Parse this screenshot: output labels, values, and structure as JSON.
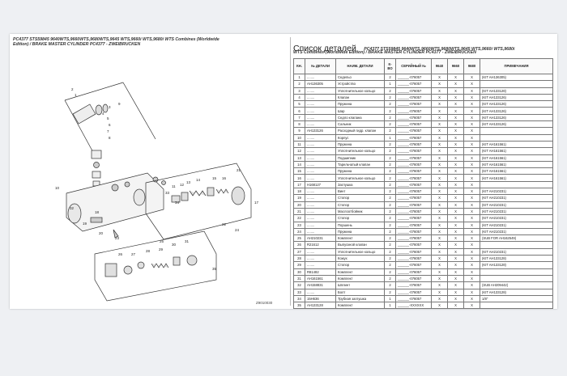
{
  "left": {
    "caption_line1": "PC4377 STS59845 9640WTS,9660WTS,9680WTS,9645 WTS,9660i WTS,9680i WTS Combines (Worldwide",
    "caption_line2": "Edition) / BRAKE MASTER CYLINDER PC4377 - ZWEIBRUCKEN",
    "diagram_id": "Z9010030",
    "callouts": [
      "1",
      "2",
      "3",
      "4",
      "5",
      "6",
      "7",
      "8",
      "9",
      "10",
      "11",
      "12",
      "13",
      "14",
      "15",
      "16",
      "17",
      "18",
      "19",
      "20",
      "21",
      "22",
      "23",
      "24",
      "25",
      "26",
      "27",
      "28",
      "29",
      "30",
      "31",
      "32",
      "33",
      "34",
      "35"
    ]
  },
  "right": {
    "title": "Список деталей",
    "subtitle_line1": "PC4377 STS59845 9640WTS,9660WTS,9680WTS,9645 WTS,9660i WTS,9680i",
    "subtitle_line2": "WTS Combines (Worldwide Edition) / BRAKE MASTER CYLINDER PC4377 - ZWEIBRUCKEN",
    "columns": [
      "КН.",
      "№ ДЕТАЛИ",
      "НАИМ. ДЕТАЛИ",
      "К-ВО",
      "СЕРИЙНЫЙ №",
      "9640",
      "9660",
      "9680",
      "ПРИМЕЧАНИЯ"
    ],
    "rows": [
      [
        "1",
        "........",
        "Седельо",
        "2",
        "______-076057",
        "X",
        "X",
        "X",
        "(KIT AH136305)"
      ],
      [
        "2",
        "AH136305",
        "Устройство",
        "1",
        "______-076057",
        "X",
        "X",
        "X",
        ""
      ],
      [
        "3",
        "........",
        "Уплотнительное кольцо",
        "2",
        "______-076057",
        "X",
        "X",
        "X",
        "(KIT AH133128)"
      ],
      [
        "4",
        "........",
        "Клапан",
        "2",
        "______-076057",
        "X",
        "X",
        "X",
        "(KIT AH133126)"
      ],
      [
        "5",
        "........",
        "Пружина",
        "2",
        "______-076057",
        "X",
        "X",
        "X",
        "(KIT AH133126)"
      ],
      [
        "6",
        "........",
        "Шар",
        "2",
        "______-076057",
        "X",
        "X",
        "X",
        "(KIT AH133126)"
      ],
      [
        "7",
        "........",
        "Седло клапана",
        "2",
        "______-076057",
        "X",
        "X",
        "X",
        "(KIT AH133126)"
      ],
      [
        "8",
        "........",
        "Сальник",
        "2",
        "______-076057",
        "X",
        "X",
        "X",
        "(KIT AH133126)"
      ],
      [
        "9",
        "AH133126",
        "Расходный гидр. клапан",
        "2",
        "______-076057",
        "X",
        "X",
        "X",
        ""
      ],
      [
        "10",
        "........",
        "Корпус",
        "1",
        "______-076057",
        "X",
        "X",
        "X",
        ""
      ],
      [
        "11",
        "........",
        "Пружина",
        "2",
        "______-076057",
        "X",
        "X",
        "X",
        "(KIT AH161561)"
      ],
      [
        "12",
        "........",
        "Уплотнительное кольцо",
        "2",
        "______-076057",
        "X",
        "X",
        "X",
        "(KIT AH161561)"
      ],
      [
        "13",
        "........",
        "Подшипник",
        "2",
        "______-076057",
        "X",
        "X",
        "X",
        "(KIT AH161561)"
      ],
      [
        "14",
        "........",
        "Тарельчатый клапан",
        "2",
        "______-076057",
        "X",
        "X",
        "X",
        "(KIT AH161561)"
      ],
      [
        "15",
        "........",
        "Пружина",
        "2",
        "______-076057",
        "X",
        "X",
        "X",
        "(KIT AH161561)"
      ],
      [
        "16",
        "........",
        "Уплотнительное кольцо",
        "2",
        "______-076057",
        "X",
        "X",
        "X",
        "(KIT AH161561)"
      ],
      [
        "17",
        "H168127",
        "Заглушка",
        "2",
        "______-076057",
        "X",
        "X",
        "X",
        ""
      ],
      [
        "18",
        "........",
        "Винт",
        "2",
        "______-076057",
        "X",
        "X",
        "X",
        "(KIT AH210231)"
      ],
      [
        "19",
        "........",
        "Стопор",
        "2",
        "______-076057",
        "X",
        "X",
        "X",
        "(KIT AH210231)"
      ],
      [
        "20",
        "........",
        "Стопор",
        "2",
        "______-076057",
        "X",
        "X",
        "X",
        "(KIT AH210231)"
      ],
      [
        "21",
        "........",
        "Маслоотбойник",
        "2",
        "______-076057",
        "X",
        "X",
        "X",
        "(KIT AH210231)"
      ],
      [
        "22",
        "........",
        "Стопор",
        "2",
        "______-076057",
        "X",
        "X",
        "X",
        "(KIT AH210231)"
      ],
      [
        "23",
        "........",
        "Поршень",
        "2",
        "______-076057",
        "X",
        "X",
        "X",
        "(KIT AH210231)"
      ],
      [
        "24",
        "........",
        "Пружина",
        "2",
        "______-076057",
        "X",
        "X",
        "X",
        "(KIT AH210231)"
      ],
      [
        "25",
        "AH210231",
        "Комплект",
        "2",
        "______-076057",
        "X",
        "X",
        "X",
        "(SUB FOR AH162549)"
      ],
      [
        "26",
        "R21612",
        "Выпускной клапан",
        "2",
        "______-076057",
        "X",
        "X",
        "X",
        ""
      ],
      [
        "27",
        "........",
        "Уплотнительное кольцо",
        "2",
        "______-076057",
        "X",
        "X",
        "X",
        "(KIT AH210231)"
      ],
      [
        "28",
        "........",
        "Кожух",
        "2",
        "______-076057",
        "X",
        "X",
        "X",
        "(KIT AH133128)"
      ],
      [
        "29",
        "........",
        "Стопор",
        "2",
        "______-076057",
        "X",
        "X",
        "X",
        "(KIT AH133128)"
      ],
      [
        "30",
        "R81482",
        "Комплект",
        "2",
        "______-076057",
        "X",
        "X",
        "X",
        ""
      ],
      [
        "31",
        "AH161561",
        "Комплект",
        "2",
        "______-076057",
        "X",
        "X",
        "X",
        ""
      ],
      [
        "32",
        "AH158831",
        "Шплинт",
        "2",
        "______-076057",
        "X",
        "X",
        "X",
        "(SUB AH209442)"
      ],
      [
        "33",
        "........",
        "Болт",
        "2",
        "______-076057",
        "X",
        "X",
        "X",
        "(KIT AH133128)"
      ],
      [
        "34",
        "15H636",
        "Трубная заглушка",
        "1",
        "______-076057",
        "X",
        "X",
        "X",
        "1/8\""
      ],
      [
        "35",
        "AH133128",
        "Комплект",
        "1",
        "______-XXXXXX",
        "X",
        "X",
        "X",
        ""
      ]
    ]
  }
}
